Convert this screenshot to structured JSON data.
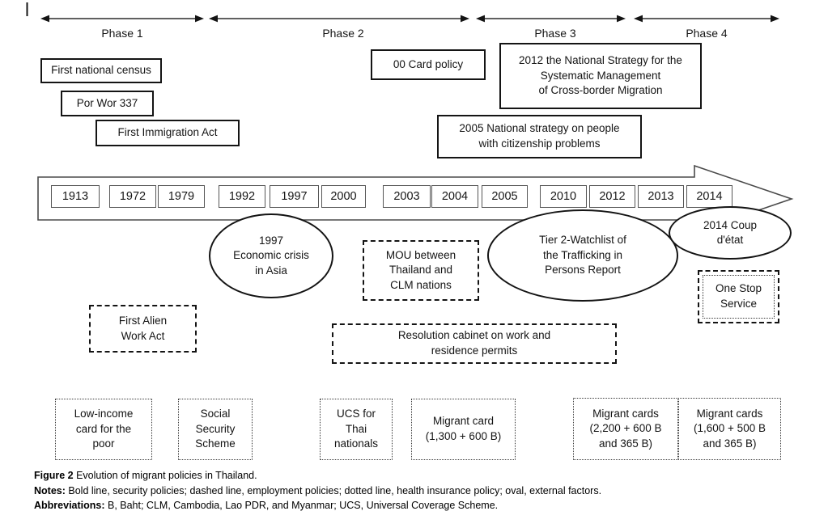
{
  "phases": [
    {
      "label": "Phase 1"
    },
    {
      "label": "Phase 2"
    },
    {
      "label": "Phase 3"
    },
    {
      "label": "Phase 4"
    }
  ],
  "security_boxes": [
    {
      "text": "First national census"
    },
    {
      "text": "Por Wor 337"
    },
    {
      "text": "First Immigration Act"
    },
    {
      "text": "00 Card policy"
    },
    {
      "text": "2012 the National Strategy for the\nSystematic Management\nof Cross-border Migration"
    },
    {
      "text": "2005 National strategy on people\nwith citizenship problems"
    }
  ],
  "timeline": {
    "years": [
      "1913",
      "1972",
      "1979",
      "1992",
      "1997",
      "2000",
      "2003",
      "2004",
      "2005",
      "2010",
      "2012",
      "2013",
      "2014"
    ]
  },
  "external_factors": [
    {
      "text": "1997\nEconomic crisis\nin Asia"
    },
    {
      "text": "Tier 2-Watchlist of\nthe Trafficking in\nPersons Report"
    },
    {
      "text": "2014 Coup\nd'état"
    }
  ],
  "employment_boxes": [
    {
      "text": "First Alien\nWork Act"
    },
    {
      "text": "MOU between\nThailand and\nCLM nations"
    },
    {
      "text": "Resolution cabinet on work and\nresidence permits"
    },
    {
      "text": "One Stop\nService"
    }
  ],
  "health_boxes": [
    {
      "text": "Low-income\ncard for the\npoor"
    },
    {
      "text": "Social\nSecurity\nScheme"
    },
    {
      "text": "UCS for\nThai\nnationals"
    },
    {
      "text": "Migrant card\n(1,300 + 600 B)"
    },
    {
      "text": "Migrant cards\n(2,200 + 600 B\nand 365 B)"
    },
    {
      "text": "Migrant cards\n(1,600 + 500 B\nand 365 B)"
    }
  ],
  "caption": {
    "figure_label": "Figure 2",
    "figure_text": " Evolution of migrant policies in Thailand.",
    "notes_label": "Notes:",
    "notes_text": " Bold line, security policies; dashed line, employment policies; dotted line, health insurance policy; oval, external factors.",
    "abbreviations_label": "Abbreviations:",
    "abbreviations_text": " B, Baht; CLM, Cambodia, Lao PDR, and Myanmar; UCS, Universal Coverage Scheme."
  },
  "colors": {
    "line": "#141414",
    "bold_border": "#141414",
    "year_border": "#565656",
    "background": "#ffffff"
  }
}
